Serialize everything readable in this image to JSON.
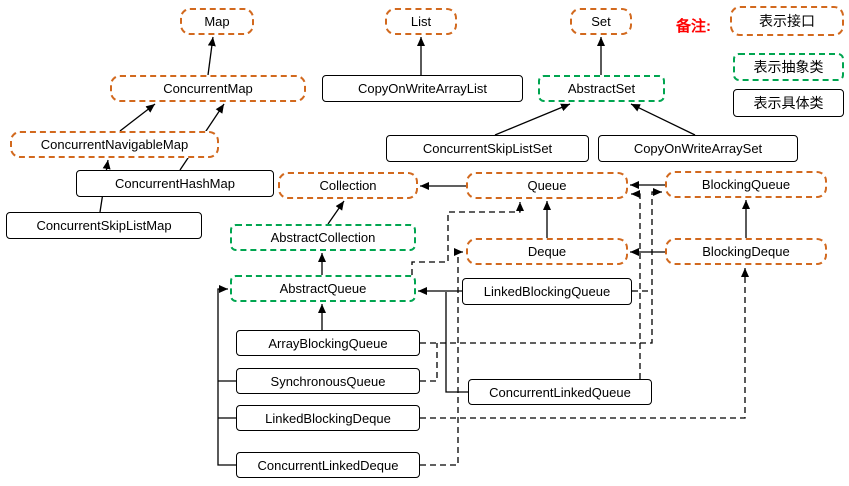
{
  "legend": {
    "note_label": "备注:",
    "items": [
      {
        "label": "表示接口",
        "type": "interface"
      },
      {
        "label": "表示抽象类",
        "type": "abstract"
      },
      {
        "label": "表示具体类",
        "type": "concrete"
      }
    ]
  },
  "colors": {
    "interface_border": "#d2691e",
    "abstract_border": "#00a550",
    "concrete_border": "#000000",
    "note_color": "#ff0000",
    "edge_color": "#000000"
  },
  "nodes": {
    "map": {
      "label": "Map",
      "type": "interface"
    },
    "list": {
      "label": "List",
      "type": "interface"
    },
    "set": {
      "label": "Set",
      "type": "interface"
    },
    "concurrent_map": {
      "label": "ConcurrentMap",
      "type": "interface"
    },
    "copy_on_write_array_list": {
      "label": "CopyOnWriteArrayList",
      "type": "concrete"
    },
    "abstract_set": {
      "label": "AbstractSet",
      "type": "abstract"
    },
    "concurrent_navigable_map": {
      "label": "ConcurrentNavigableMap",
      "type": "interface"
    },
    "concurrent_skip_list_set": {
      "label": "ConcurrentSkipListSet",
      "type": "concrete"
    },
    "copy_on_write_array_set": {
      "label": "CopyOnWriteArraySet",
      "type": "concrete"
    },
    "concurrent_hash_map": {
      "label": "ConcurrentHashMap",
      "type": "concrete"
    },
    "collection": {
      "label": "Collection",
      "type": "interface"
    },
    "queue": {
      "label": "Queue",
      "type": "interface"
    },
    "blocking_queue": {
      "label": "BlockingQueue",
      "type": "interface"
    },
    "concurrent_skip_list_map": {
      "label": "ConcurrentSkipListMap",
      "type": "concrete"
    },
    "abstract_collection": {
      "label": "AbstractCollection",
      "type": "abstract"
    },
    "deque": {
      "label": "Deque",
      "type": "interface"
    },
    "blocking_deque": {
      "label": "BlockingDeque",
      "type": "interface"
    },
    "abstract_queue": {
      "label": "AbstractQueue",
      "type": "abstract"
    },
    "linked_blocking_queue": {
      "label": "LinkedBlockingQueue",
      "type": "concrete"
    },
    "array_blocking_queue": {
      "label": "ArrayBlockingQueue",
      "type": "concrete"
    },
    "synchronous_queue": {
      "label": "SynchronousQueue",
      "type": "concrete"
    },
    "concurrent_linked_queue": {
      "label": "ConcurrentLinkedQueue",
      "type": "concrete"
    },
    "linked_blocking_deque": {
      "label": "LinkedBlockingDeque",
      "type": "concrete"
    },
    "concurrent_linked_deque": {
      "label": "ConcurrentLinkedDeque",
      "type": "concrete"
    }
  },
  "edges": [
    {
      "from": "ConcurrentMap",
      "to": "Map",
      "style": "solid"
    },
    {
      "from": "ConcurrentNavigableMap",
      "to": "ConcurrentMap",
      "style": "solid"
    },
    {
      "from": "ConcurrentHashMap",
      "to": "ConcurrentMap",
      "style": "solid"
    },
    {
      "from": "ConcurrentSkipListMap",
      "to": "ConcurrentNavigableMap",
      "style": "solid"
    },
    {
      "from": "CopyOnWriteArrayList",
      "to": "List",
      "style": "solid"
    },
    {
      "from": "AbstractSet",
      "to": "Set",
      "style": "solid"
    },
    {
      "from": "ConcurrentSkipListSet",
      "to": "AbstractSet",
      "style": "solid"
    },
    {
      "from": "CopyOnWriteArraySet",
      "to": "AbstractSet",
      "style": "solid"
    },
    {
      "from": "AbstractCollection",
      "to": "Collection",
      "style": "solid"
    },
    {
      "from": "AbstractQueue",
      "to": "AbstractCollection",
      "style": "solid"
    },
    {
      "from": "Queue",
      "to": "Collection",
      "style": "solid"
    },
    {
      "from": "Deque",
      "to": "Queue",
      "style": "solid"
    },
    {
      "from": "BlockingQueue",
      "to": "Queue",
      "style": "solid"
    },
    {
      "from": "BlockingDeque",
      "to": "Deque",
      "style": "solid"
    },
    {
      "from": "BlockingDeque",
      "to": "BlockingQueue",
      "style": "solid"
    },
    {
      "from": "LinkedBlockingQueue",
      "to": "AbstractQueue",
      "style": "solid"
    },
    {
      "from": "ArrayBlockingQueue",
      "to": "AbstractQueue",
      "style": "solid"
    },
    {
      "from": "SynchronousQueue",
      "to": "AbstractQueue",
      "style": "solid"
    },
    {
      "from": "LinkedBlockingDeque",
      "to": "AbstractQueue",
      "style": "solid"
    },
    {
      "from": "ConcurrentLinkedDeque",
      "to": "AbstractQueue",
      "style": "solid"
    },
    {
      "from": "ConcurrentLinkedQueue",
      "to": "AbstractQueue",
      "style": "solid"
    },
    {
      "from": "ArrayBlockingQueue",
      "to": "BlockingQueue",
      "style": "dashed"
    },
    {
      "from": "SynchronousQueue",
      "to": "BlockingQueue",
      "style": "dashed"
    },
    {
      "from": "LinkedBlockingQueue",
      "to": "BlockingQueue",
      "style": "dashed"
    },
    {
      "from": "LinkedBlockingDeque",
      "to": "BlockingDeque",
      "style": "dashed"
    },
    {
      "from": "ConcurrentLinkedDeque",
      "to": "Deque",
      "style": "dashed"
    },
    {
      "from": "ConcurrentLinkedQueue",
      "to": "Queue",
      "style": "dashed"
    },
    {
      "from": "AbstractQueue",
      "to": "Queue",
      "style": "dashed"
    }
  ]
}
